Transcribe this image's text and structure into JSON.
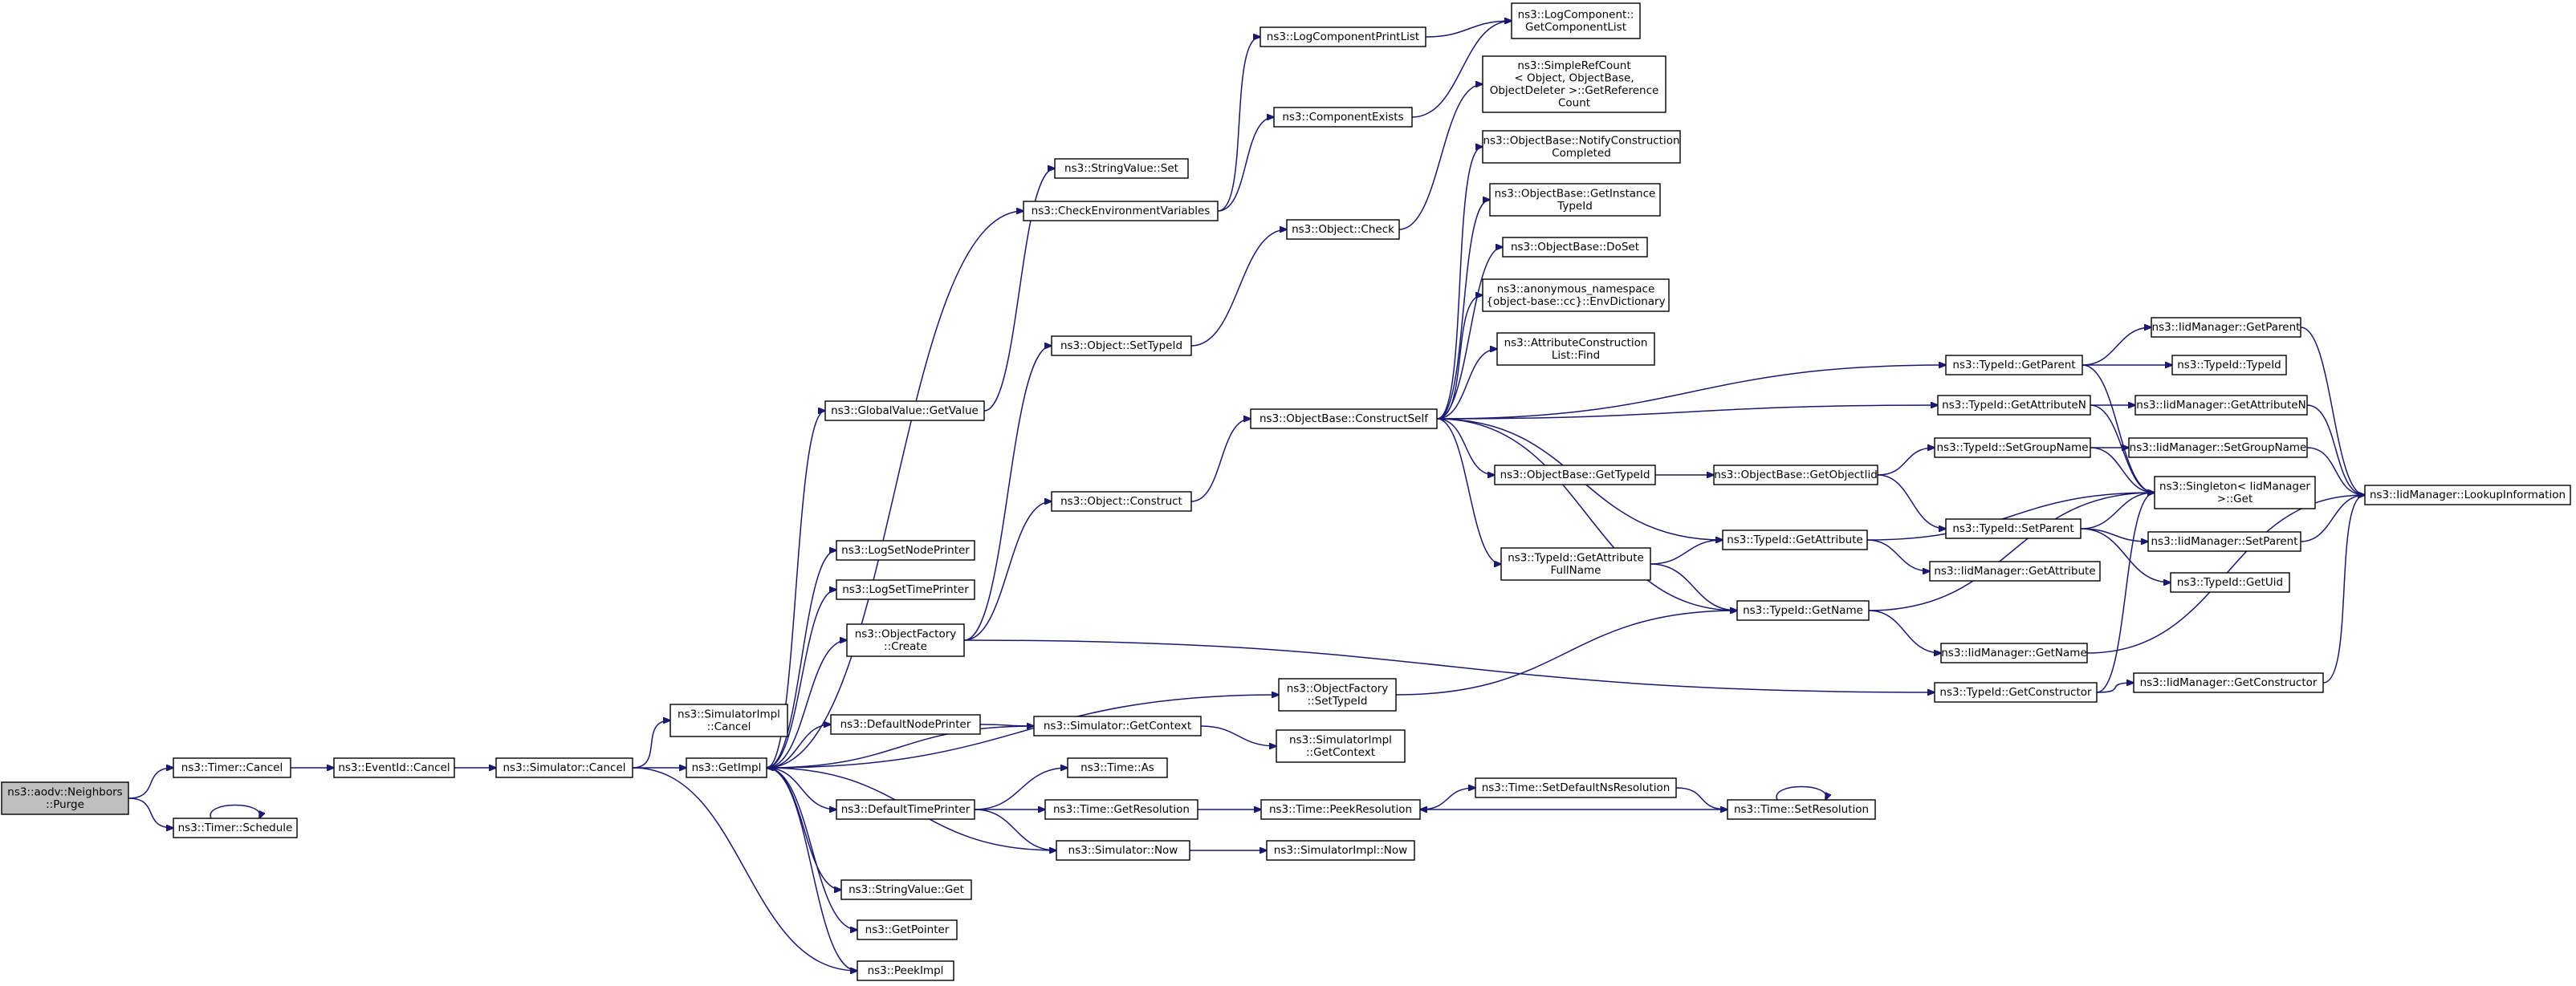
{
  "diagram": {
    "edge_color": "#191970",
    "root_fill": "#bfbfbf",
    "nodes": [
      {
        "id": "purge",
        "lines": [
          "ns3::aodv::Neighbors",
          "::Purge"
        ],
        "root": true
      },
      {
        "id": "timer_cancel",
        "lines": [
          "ns3::Timer::Cancel"
        ]
      },
      {
        "id": "timer_schedule",
        "lines": [
          "ns3::Timer::Schedule"
        ]
      },
      {
        "id": "eventid_cancel",
        "lines": [
          "ns3::EventId::Cancel"
        ]
      },
      {
        "id": "sim_cancel",
        "lines": [
          "ns3::Simulator::Cancel"
        ]
      },
      {
        "id": "simimpl_cancel",
        "lines": [
          "ns3::SimulatorImpl",
          "::Cancel"
        ]
      },
      {
        "id": "getimpl",
        "lines": [
          "ns3::GetImpl"
        ]
      },
      {
        "id": "gv_getvalue",
        "lines": [
          "ns3::GlobalValue::GetValue"
        ]
      },
      {
        "id": "logsetnodeprinter",
        "lines": [
          "ns3::LogSetNodePrinter"
        ]
      },
      {
        "id": "logsettimeprinter",
        "lines": [
          "ns3::LogSetTimePrinter"
        ]
      },
      {
        "id": "of_create",
        "lines": [
          "ns3::ObjectFactory",
          "::Create"
        ]
      },
      {
        "id": "defaultnodeprinter",
        "lines": [
          "ns3::DefaultNodePrinter"
        ]
      },
      {
        "id": "defaulttimeprinter",
        "lines": [
          "ns3::DefaultTimePrinter"
        ]
      },
      {
        "id": "stringvalue_get",
        "lines": [
          "ns3::StringValue::Get"
        ]
      },
      {
        "id": "getpointer",
        "lines": [
          "ns3::GetPointer"
        ]
      },
      {
        "id": "peekimpl",
        "lines": [
          "ns3::PeekImpl"
        ]
      },
      {
        "id": "stringvalue_set",
        "lines": [
          "ns3::StringValue::Set"
        ]
      },
      {
        "id": "checkenv",
        "lines": [
          "ns3::CheckEnvironmentVariables"
        ]
      },
      {
        "id": "obj_settypeid",
        "lines": [
          "ns3::Object::SetTypeId"
        ]
      },
      {
        "id": "obj_construct",
        "lines": [
          "ns3::Object::Construct"
        ]
      },
      {
        "id": "of_settypeid",
        "lines": [
          "ns3::ObjectFactory",
          "::SetTypeId"
        ]
      },
      {
        "id": "sim_getcontext",
        "lines": [
          "ns3::Simulator::GetContext"
        ]
      },
      {
        "id": "time_as",
        "lines": [
          "ns3::Time::As"
        ]
      },
      {
        "id": "time_getresolution",
        "lines": [
          "ns3::Time::GetResolution"
        ]
      },
      {
        "id": "sim_now",
        "lines": [
          "ns3::Simulator::Now"
        ]
      },
      {
        "id": "logcompprintlist",
        "lines": [
          "ns3::LogComponentPrintList"
        ]
      },
      {
        "id": "componentexists",
        "lines": [
          "ns3::ComponentExists"
        ]
      },
      {
        "id": "obj_check",
        "lines": [
          "ns3::Object::Check"
        ]
      },
      {
        "id": "ob_constructself",
        "lines": [
          "ns3::ObjectBase::ConstructSelf"
        ]
      },
      {
        "id": "simimpl_getcontext",
        "lines": [
          "ns3::SimulatorImpl",
          "::GetContext"
        ]
      },
      {
        "id": "time_peekresolution",
        "lines": [
          "ns3::Time::PeekResolution"
        ]
      },
      {
        "id": "simimpl_now",
        "lines": [
          "ns3::SimulatorImpl::Now"
        ]
      },
      {
        "id": "logcomp_getlist",
        "lines": [
          "ns3::LogComponent::",
          "GetComponentList"
        ]
      },
      {
        "id": "simplerefcount",
        "lines": [
          "ns3::SimpleRefCount",
          "< Object, ObjectBase,",
          "ObjectDeleter >::GetReference",
          "Count"
        ]
      },
      {
        "id": "ob_notify",
        "lines": [
          "ns3::ObjectBase::NotifyConstruction",
          "Completed"
        ]
      },
      {
        "id": "ob_getinstance",
        "lines": [
          "ns3::ObjectBase::GetInstance",
          "TypeId"
        ]
      },
      {
        "id": "ob_doset",
        "lines": [
          "ns3::ObjectBase::DoSet"
        ]
      },
      {
        "id": "anon_envdict",
        "lines": [
          "ns3::anonymous_namespace",
          "{object-base::cc}::EnvDictionary"
        ]
      },
      {
        "id": "attrconst_find",
        "lines": [
          "ns3::AttributeConstruction",
          "List::Find"
        ]
      },
      {
        "id": "ob_gettypeid",
        "lines": [
          "ns3::ObjectBase::GetTypeId"
        ]
      },
      {
        "id": "typeid_getattrfullname",
        "lines": [
          "ns3::TypeId::GetAttribute",
          "FullName"
        ]
      },
      {
        "id": "time_setdefaultns",
        "lines": [
          "ns3::Time::SetDefaultNsResolution"
        ]
      },
      {
        "id": "ob_getobjectiid",
        "lines": [
          "ns3::ObjectBase::GetObjectIid"
        ]
      },
      {
        "id": "typeid_getparent",
        "lines": [
          "ns3::TypeId::GetParent"
        ]
      },
      {
        "id": "typeid_getattributen",
        "lines": [
          "ns3::TypeId::GetAttributeN"
        ]
      },
      {
        "id": "typeid_getgroupname",
        "lines": [
          "ns3::TypeId::SetGroupName"
        ]
      },
      {
        "id": "typeid_setparent",
        "lines": [
          "ns3::TypeId::SetParent"
        ]
      },
      {
        "id": "typeid_getattribute",
        "lines": [
          "ns3::TypeId::GetAttribute"
        ]
      },
      {
        "id": "typeid_getname",
        "lines": [
          "ns3::TypeId::GetName"
        ]
      },
      {
        "id": "typeid_getconstructor",
        "lines": [
          "ns3::TypeId::GetConstructor"
        ]
      },
      {
        "id": "time_setresolution",
        "lines": [
          "ns3::Time::SetResolution"
        ]
      },
      {
        "id": "iid_getattribute",
        "lines": [
          "ns3::IidManager::GetAttribute"
        ]
      },
      {
        "id": "iid_getname",
        "lines": [
          "ns3::IidManager::GetName"
        ]
      },
      {
        "id": "iid_getparent",
        "lines": [
          "ns3::IidManager::GetParent"
        ]
      },
      {
        "id": "typeid_typeid",
        "lines": [
          "ns3::TypeId::TypeId"
        ]
      },
      {
        "id": "iid_getattributen",
        "lines": [
          "ns3::IidManager::GetAttributeN"
        ]
      },
      {
        "id": "iid_setgroupname",
        "lines": [
          "ns3::IidManager::SetGroupName"
        ]
      },
      {
        "id": "singleton_get",
        "lines": [
          "ns3::Singleton< IidManager",
          ">::Get"
        ]
      },
      {
        "id": "iid_setparent",
        "lines": [
          "ns3::IidManager::SetParent"
        ]
      },
      {
        "id": "typeid_getuid",
        "lines": [
          "ns3::TypeId::GetUid"
        ]
      },
      {
        "id": "iid_getconstructor",
        "lines": [
          "ns3::IidManager::GetConstructor"
        ]
      },
      {
        "id": "iid_lookupinfo",
        "lines": [
          "ns3::IidManager::LookupInformation"
        ]
      }
    ],
    "edges": [
      [
        "purge",
        "timer_cancel"
      ],
      [
        "purge",
        "timer_schedule"
      ],
      [
        "timer_schedule",
        "timer_schedule"
      ],
      [
        "timer_cancel",
        "eventid_cancel"
      ],
      [
        "eventid_cancel",
        "sim_cancel"
      ],
      [
        "sim_cancel",
        "simimpl_cancel"
      ],
      [
        "sim_cancel",
        "getimpl"
      ],
      [
        "sim_cancel",
        "peekimpl"
      ],
      [
        "getimpl",
        "gv_getvalue"
      ],
      [
        "getimpl",
        "logsetnodeprinter"
      ],
      [
        "getimpl",
        "logsettimeprinter"
      ],
      [
        "getimpl",
        "of_create"
      ],
      [
        "getimpl",
        "of_settypeid"
      ],
      [
        "getimpl",
        "defaultnodeprinter"
      ],
      [
        "getimpl",
        "defaulttimeprinter"
      ],
      [
        "getimpl",
        "stringvalue_get"
      ],
      [
        "getimpl",
        "getpointer"
      ],
      [
        "getimpl",
        "peekimpl"
      ],
      [
        "getimpl",
        "checkenv"
      ],
      [
        "gv_getvalue",
        "stringvalue_set"
      ],
      [
        "of_create",
        "obj_settypeid"
      ],
      [
        "of_create",
        "obj_construct"
      ],
      [
        "of_create",
        "typeid_getconstructor"
      ],
      [
        "obj_settypeid",
        "obj_check"
      ],
      [
        "obj_construct",
        "ob_constructself"
      ],
      [
        "defaultnodeprinter",
        "sim_getcontext"
      ],
      [
        "sim_getcontext",
        "getimpl"
      ],
      [
        "sim_getcontext",
        "simimpl_getcontext"
      ],
      [
        "defaulttimeprinter",
        "time_as"
      ],
      [
        "defaulttimeprinter",
        "time_getresolution"
      ],
      [
        "defaulttimeprinter",
        "sim_now"
      ],
      [
        "sim_now",
        "getimpl"
      ],
      [
        "sim_now",
        "simimpl_now"
      ],
      [
        "time_getresolution",
        "time_peekresolution"
      ],
      [
        "time_peekresolution",
        "time_setdefaultns"
      ],
      [
        "time_setdefaultns",
        "time_setresolution"
      ],
      [
        "time_setresolution",
        "time_peekresolution"
      ],
      [
        "time_setresolution",
        "time_setresolution"
      ],
      [
        "checkenv",
        "logcompprintlist"
      ],
      [
        "checkenv",
        "componentexists"
      ],
      [
        "logcompprintlist",
        "logcomp_getlist"
      ],
      [
        "componentexists",
        "logcomp_getlist"
      ],
      [
        "obj_check",
        "simplerefcount"
      ],
      [
        "ob_constructself",
        "ob_notify"
      ],
      [
        "ob_constructself",
        "ob_getinstance"
      ],
      [
        "ob_constructself",
        "ob_doset"
      ],
      [
        "ob_constructself",
        "anon_envdict"
      ],
      [
        "ob_constructself",
        "attrconst_find"
      ],
      [
        "ob_constructself",
        "ob_gettypeid"
      ],
      [
        "ob_constructself",
        "typeid_getattrfullname"
      ],
      [
        "ob_constructself",
        "typeid_getattribute"
      ],
      [
        "ob_constructself",
        "typeid_getname"
      ],
      [
        "ob_constructself",
        "typeid_getparent"
      ],
      [
        "ob_constructself",
        "typeid_getattributen"
      ],
      [
        "ob_gettypeid",
        "ob_getobjectiid"
      ],
      [
        "ob_getobjectiid",
        "typeid_getgroupname"
      ],
      [
        "ob_getobjectiid",
        "typeid_setparent"
      ],
      [
        "typeid_getattrfullname",
        "typeid_getattribute"
      ],
      [
        "typeid_getattrfullname",
        "typeid_getname"
      ],
      [
        "of_settypeid",
        "typeid_getname"
      ],
      [
        "typeid_getparent",
        "iid_getparent"
      ],
      [
        "typeid_getparent",
        "typeid_typeid"
      ],
      [
        "typeid_getparent",
        "singleton_get"
      ],
      [
        "typeid_getattributen",
        "iid_getattributen"
      ],
      [
        "typeid_getattributen",
        "singleton_get"
      ],
      [
        "typeid_getgroupname",
        "iid_setgroupname"
      ],
      [
        "typeid_getgroupname",
        "singleton_get"
      ],
      [
        "typeid_setparent",
        "iid_setparent"
      ],
      [
        "typeid_setparent",
        "typeid_getuid"
      ],
      [
        "typeid_setparent",
        "singleton_get"
      ],
      [
        "typeid_getattribute",
        "iid_getattribute"
      ],
      [
        "typeid_getattribute",
        "singleton_get"
      ],
      [
        "typeid_getname",
        "iid_getname"
      ],
      [
        "typeid_getname",
        "singleton_get"
      ],
      [
        "typeid_getconstructor",
        "iid_getconstructor"
      ],
      [
        "typeid_getconstructor",
        "singleton_get"
      ],
      [
        "iid_getparent",
        "iid_lookupinfo"
      ],
      [
        "iid_getattributen",
        "iid_lookupinfo"
      ],
      [
        "iid_setgroupname",
        "iid_lookupinfo"
      ],
      [
        "iid_setparent",
        "iid_lookupinfo"
      ],
      [
        "iid_getname",
        "iid_lookupinfo"
      ],
      [
        "iid_getconstructor",
        "iid_lookupinfo"
      ]
    ]
  }
}
